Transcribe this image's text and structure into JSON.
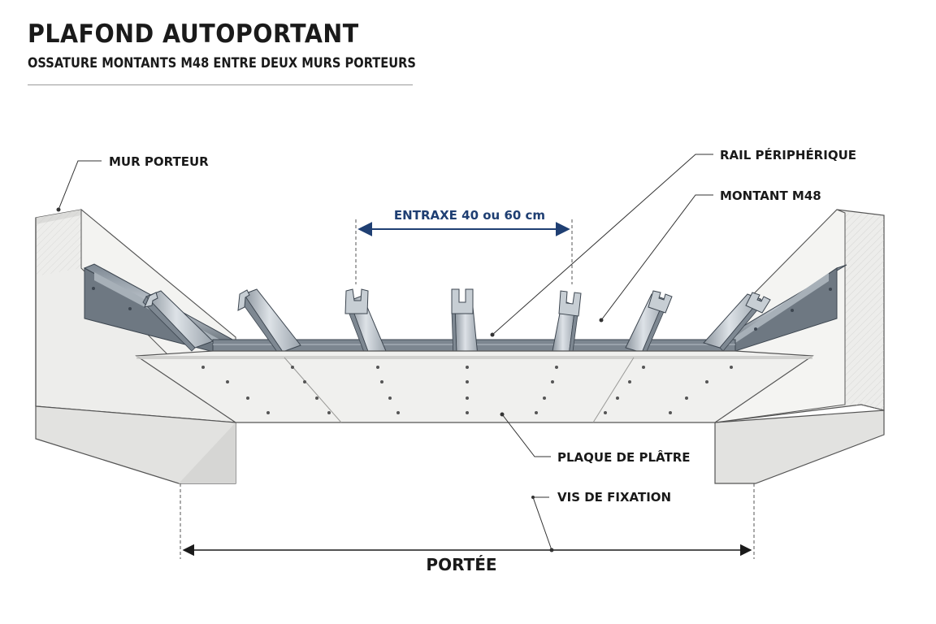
{
  "header": {
    "title": "PLAFOND AUTOPORTANT",
    "subtitle": "OSSATURE MONTANTS M48 ENTRE DEUX MURS PORTEURS"
  },
  "labels": {
    "mur_porteur": "MUR PORTEUR",
    "rail_peripherique": "RAIL PÉRIPHÉRIQUE",
    "montant": "MONTANT M48",
    "entraxe": "ENTRAXE 40 ou 60 cm",
    "plaque": "PLAQUE DE PLÂTRE",
    "vis": "VIS DE FIXATION",
    "portee": "PORTÉE"
  },
  "colors": {
    "accent_blue": "#1f3f73",
    "steel": "#b9c1c9",
    "steel_dark": "#5a6570",
    "concrete": "#e6e6e4",
    "plaster": "#eeeeec"
  }
}
